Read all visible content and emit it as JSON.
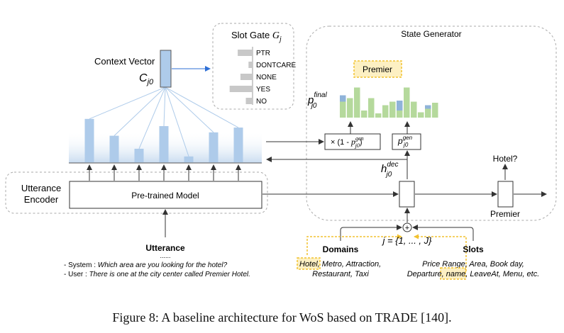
{
  "slot_gate": {
    "title": "Slot Gate",
    "symbol": "G",
    "sub": "j",
    "bars": [
      {
        "label": "PTR",
        "value": 0.55
      },
      {
        "label": "DONTCARE",
        "value": 0.15
      },
      {
        "label": "NONE",
        "value": 0.45
      },
      {
        "label": "YES",
        "value": 0.85
      },
      {
        "label": "NO",
        "value": 0.25
      }
    ]
  },
  "context_vector": {
    "label": "Context Vector",
    "symbol": "C",
    "sub": "j0"
  },
  "state_generator": {
    "title": "State Generator"
  },
  "premier_box": "Premier",
  "p_final": {
    "base": "p",
    "sup": "final",
    "sub": "j0"
  },
  "one_minus_p": {
    "prefix": "× (1 - ",
    "base": "p",
    "sup": "gen",
    "sub": "j0",
    "suffix": ")"
  },
  "p_gen": {
    "base": "p",
    "sup": "gen",
    "sub": "j0"
  },
  "h_dec": {
    "base": "h",
    "sup": "dec",
    "sub": "j0"
  },
  "hotel_q": "Hotel?",
  "premier_out": "Premier",
  "utterance_encoder": {
    "line1": "Utterance",
    "line2": "Encoder"
  },
  "pretrained_model": "Pre-trained Model",
  "utterance": {
    "title": "Utterance",
    "dots": "......",
    "system_prefix": "- System : ",
    "system_text": "Which area are you looking for the hotel?",
    "user_prefix": "- User : ",
    "user_text": "There is one at the city center called Premier Hotel."
  },
  "plus_symbol": "+",
  "j_range": "j = {1, ... , J}",
  "domains": {
    "title": "Domains",
    "highlight": "Hotel",
    "line1_rest": ", Metro, Attraction,",
    "line2": "Restaurant, Taxi"
  },
  "slots": {
    "title": "Slots",
    "line1": "Price Range, Area, Book day,",
    "line2_before": "Departure, ",
    "highlight": "name",
    "line2_after": ", LeaveAt, Menu, etc."
  },
  "encoder_bars": [
    0.9,
    0.55,
    0.28,
    0.75,
    0.12,
    0.62,
    0.72
  ],
  "attention_fraction": 0.62,
  "distribution": [
    {
      "green": 0.45,
      "blue": 0.18
    },
    {
      "green": 0.55,
      "blue": 0
    },
    {
      "green": 0.85,
      "blue": 0
    },
    {
      "green": 0.2,
      "blue": 0
    },
    {
      "green": 0.55,
      "blue": 0
    },
    {
      "green": 0.12,
      "blue": 0
    },
    {
      "green": 0.35,
      "blue": 0
    },
    {
      "green": 0.45,
      "blue": 0
    },
    {
      "green": 0.2,
      "blue": 0.28
    },
    {
      "green": 0.85,
      "blue": 0
    },
    {
      "green": 0.45,
      "blue": 0
    },
    {
      "green": 0.15,
      "blue": 0
    },
    {
      "green": 0.25,
      "blue": 0.1
    },
    {
      "green": 0.42,
      "blue": 0
    }
  ],
  "caption": "Figure 8: A baseline architecture for WoS based on TRADE [140].",
  "colors": {
    "green": "#b5d99c",
    "blue": "#8fb3d9",
    "encoder_bar": "#aecbea",
    "highlight_fill": "#fdf0c3",
    "highlight_stroke": "#f2c230",
    "arrow": "#2e6fd6",
    "dashed": "#aaaaaa",
    "gate_bar": "#c8c8c8"
  }
}
